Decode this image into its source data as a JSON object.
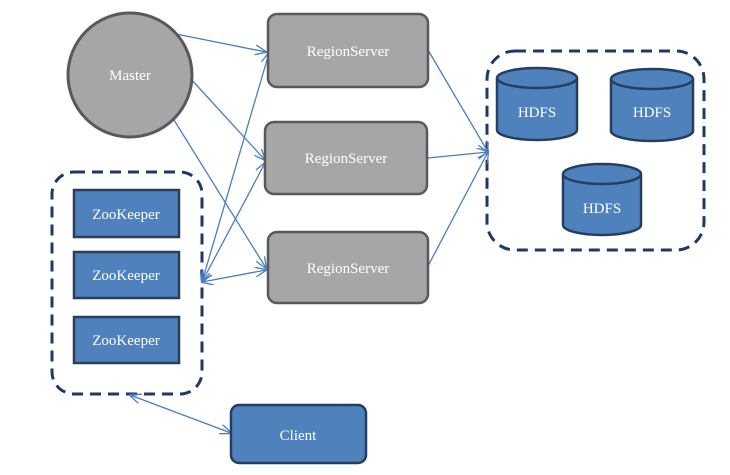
{
  "master": {
    "label": "Master"
  },
  "region_servers": [
    {
      "label": "RegionServer"
    },
    {
      "label": "RegionServer"
    },
    {
      "label": "RegionServer"
    }
  ],
  "zookeepers": [
    {
      "label": "ZooKeeper"
    },
    {
      "label": "ZooKeeper"
    },
    {
      "label": "ZooKeeper"
    }
  ],
  "hdfs_nodes": [
    {
      "label": "HDFS"
    },
    {
      "label": "HDFS"
    },
    {
      "label": "HDFS"
    }
  ],
  "client": {
    "label": "Client"
  },
  "colors": {
    "gray_fill": "#a6a6a6",
    "gray_stroke": "#595959",
    "blue_fill": "#4f81bd",
    "blue_stroke": "#243f60",
    "arrow": "#4a7ebb",
    "dashed_border": "#1f3864"
  }
}
